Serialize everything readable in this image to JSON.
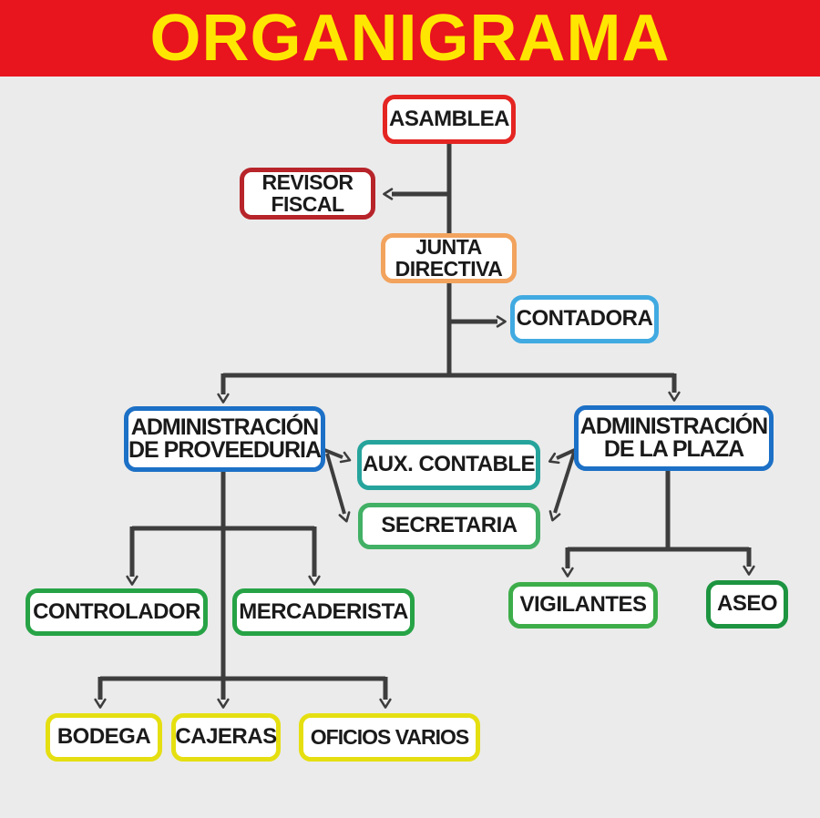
{
  "title": "ORGANIGRAMA",
  "colors": {
    "header_bg": "#e8141e",
    "header_text": "#ffe600",
    "background": "#ebebeb",
    "connector": "#3d3d3d",
    "node_bg": "#ffffff",
    "node_text": "#1a1a1a"
  },
  "nodes": {
    "asamblea": {
      "label": "ASAMBLEA",
      "border": "#e42522"
    },
    "revisor_fiscal": {
      "line1": "REVISOR",
      "line2": "FISCAL",
      "border": "#b7242a"
    },
    "junta_directiva": {
      "line1": "JUNTA",
      "line2": "DIRECTIVA",
      "border": "#f2a35e"
    },
    "contadora": {
      "label": "CONTADORA",
      "border": "#41aae1"
    },
    "admin_proveeduria": {
      "line1": "ADMINISTRACIÓN",
      "line2": "DE PROVEEDURIA",
      "border": "#1c70c6"
    },
    "admin_plaza": {
      "line1": "ADMINISTRACIÓN",
      "line2": "DE LA PLAZA",
      "border": "#1c70c6"
    },
    "aux_contable": {
      "label": "AUX. CONTABLE",
      "border": "#26a49c"
    },
    "secretaria": {
      "label": "SECRETARIA",
      "border": "#42b065"
    },
    "controlador": {
      "label": "CONTROLADOR",
      "border": "#27a346"
    },
    "mercaderista": {
      "label": "MERCADERISTA",
      "border": "#27a346"
    },
    "vigilantes": {
      "label": "VIGILANTES",
      "border": "#3dad49"
    },
    "aseo": {
      "label": "ASEO",
      "border": "#1d9440"
    },
    "bodega": {
      "label": "BODEGA",
      "border": "#e5df11"
    },
    "cajeras": {
      "label": "CAJERAS",
      "border": "#e5df11"
    },
    "oficios_varios": {
      "label": "OFICIOS VARIOS",
      "border": "#e5df11"
    }
  },
  "edges": [
    {
      "from": "asamblea",
      "to": "junta_directiva",
      "arrow": false
    },
    {
      "from": "asamblea",
      "to": "revisor_fiscal",
      "arrow": true
    },
    {
      "from": "junta_directiva",
      "to": "contadora",
      "arrow": true
    },
    {
      "from": "junta_directiva",
      "to": "admin_proveeduria",
      "arrow": true
    },
    {
      "from": "junta_directiva",
      "to": "admin_plaza",
      "arrow": true
    },
    {
      "from": "admin_proveeduria",
      "to": "aux_contable",
      "arrow": true
    },
    {
      "from": "admin_proveeduria",
      "to": "secretaria",
      "arrow": true
    },
    {
      "from": "admin_plaza",
      "to": "aux_contable",
      "arrow": true
    },
    {
      "from": "admin_plaza",
      "to": "secretaria",
      "arrow": true
    },
    {
      "from": "admin_proveeduria",
      "to": "controlador",
      "arrow": true
    },
    {
      "from": "admin_proveeduria",
      "to": "mercaderista",
      "arrow": true
    },
    {
      "from": "admin_proveeduria",
      "to": "bodega",
      "arrow": true
    },
    {
      "from": "admin_proveeduria",
      "to": "cajeras",
      "arrow": true
    },
    {
      "from": "admin_proveeduria",
      "to": "oficios_varios",
      "arrow": true
    },
    {
      "from": "admin_plaza",
      "to": "vigilantes",
      "arrow": true
    },
    {
      "from": "admin_plaza",
      "to": "aseo",
      "arrow": true
    }
  ]
}
